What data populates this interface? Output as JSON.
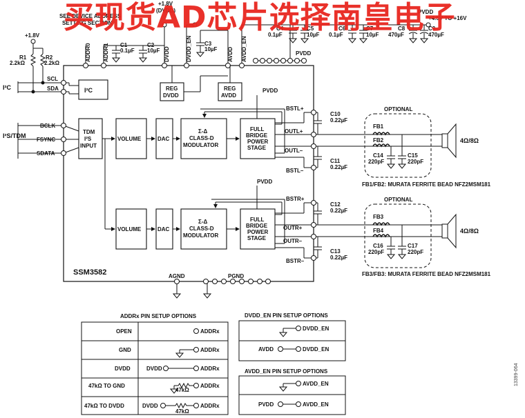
{
  "watermark": "买现货AD芯片选择南皇电子",
  "figure_id": "13399-064",
  "chip": {
    "name": "SSM3582"
  },
  "top_notes": {
    "addr_note_l1": "SEE DEVICE ADDRESS",
    "addr_note_l2": "SETTING SECTION",
    "dvdd_supply_l1": "+1.8V",
    "dvdd_supply_l2": "(DVDD)",
    "pull_up_supply": "+1.8V",
    "pvdd_top": "PVDD",
    "pvdd_range": "+4.5V TO +16V"
  },
  "pins": {
    "addr0": "ADDR0",
    "addr1": "ADDR1",
    "dvdd": "DVDD",
    "dvdd_en": "DVDD_EN",
    "avdd": "AVDD",
    "avdd_en": "AVDD_EN",
    "pvdd": "PVDD",
    "scl": "SCL",
    "sda": "SDA",
    "bclk": "BCLK",
    "fsync": "FSYNC",
    "sdata": "SDATA",
    "agnd": "AGND",
    "pgnd": "PGND",
    "bstl_p": "BSTL+",
    "outl_p": "OUTL+",
    "outl_n": "OUTL–",
    "bstl_n": "BSTL–",
    "bstr_p": "BSTR+",
    "outr_p": "OUTR+",
    "outr_n": "OUTR–",
    "bstr_n": "BSTR–"
  },
  "buses": {
    "i2c": "I²C",
    "i2s_tdm": "I²S/TDM"
  },
  "resistors": {
    "r1_name": "R1",
    "r1_value": "2.2kΩ",
    "r2_name": "R2",
    "r2_value": "2.2kΩ"
  },
  "capacitors": {
    "c1": "C1",
    "c1_val": "0.1µF",
    "c2": "C2",
    "c2_val": "10µF",
    "c3": "C3",
    "c3_val": "10µF",
    "c4": "C4",
    "c4_val": "0.1µF",
    "c5": "C5",
    "c5_val": "10µF",
    "c6": "C6",
    "c6_val": "0.1µF",
    "c7": "C7",
    "c7_val": "10µF",
    "c8": "C8",
    "c8_val": "470µF",
    "c9": "C9",
    "c9_val": "470µF",
    "c10": "C10",
    "c10_val": "0.22µF",
    "c11": "C11",
    "c11_val": "0.22µF",
    "c12": "C12",
    "c12_val": "0.22µF",
    "c13": "C13",
    "c13_val": "0.22µF",
    "c14": "C14",
    "c14_val": "220pF",
    "c15": "C15",
    "c15_val": "220pF",
    "c16": "C16",
    "c16_val": "220pF",
    "c17": "C17",
    "c17_val": "220pF"
  },
  "ferrites": {
    "fb1": "FB1",
    "fb2": "FB2",
    "fb3": "FB3",
    "fb4": "FB4"
  },
  "blocks": {
    "i2c": "I²C",
    "reg_dvdd_l1": "REG",
    "reg_dvdd_l2": "DVDD",
    "reg_avdd_l1": "REG",
    "reg_avdd_l2": "AVDD",
    "tdm_l1": "TDM",
    "tdm_l2": "I²S",
    "tdm_l3": "INPUT",
    "volume": "VOLUME",
    "dac": "DAC",
    "mod_l1": "Σ-Δ",
    "mod_l2": "CLASS-D",
    "mod_l3": "MODULATOR",
    "bridge_l1": "FULL",
    "bridge_l2": "BRIDGE",
    "bridge_l3": "POWER",
    "bridge_l4": "STAGE"
  },
  "speakers": {
    "optional": "OPTIONAL",
    "load": "4Ω/8Ω",
    "note_left": "FB1/FB2: MURATA FERRITE BEAD NFZ2MSM181",
    "note_right": "FB3/FB3: MURATA FERRITE BEAD NFZ2MSM181"
  },
  "addr_table": {
    "title": "ADDRx PIN SETUP OPTIONS",
    "pin_label": "ADDRx",
    "rows": [
      "OPEN",
      "GND",
      "DVDD",
      "47kΩ TO GND",
      "47kΩ TO DVDD"
    ],
    "dvdd": "DVDD",
    "res": "47kΩ"
  },
  "dvdd_en_table": {
    "title": "DVDD_EN PIN SETUP OPTIONS",
    "pin_label": "DVDD_EN",
    "row2_src": "AVDD"
  },
  "avdd_en_table": {
    "title": "AVDD_EN PIN SETUP OPTIONS",
    "pin_label": "AVDD_EN",
    "row2_src": "PVDD"
  }
}
